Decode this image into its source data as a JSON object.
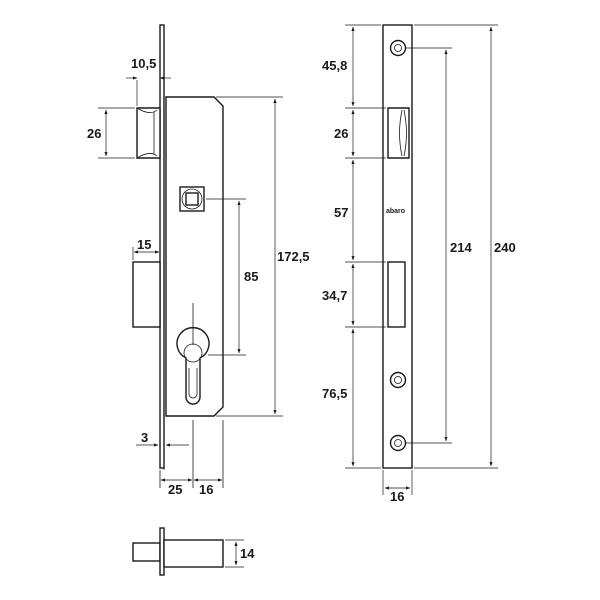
{
  "brand": "abaro",
  "dimensions": {
    "latch_depth": "10,5",
    "latch_height": "26",
    "bolt_depth": "15",
    "spindle_to_cylinder": "85",
    "case_height": "172,5",
    "faceplate_thickness": "3",
    "backset": "25",
    "case_extra": "16",
    "side_top_to_latch": "45,8",
    "side_latch_height": "26",
    "side_latch_to_bolt": "57",
    "side_bolt_height": "34,7",
    "side_bolt_to_bottom": "76,5",
    "screw_hole_distance": "214",
    "faceplate_length": "240",
    "faceplate_width": "16",
    "bolt_thickness": "14"
  }
}
